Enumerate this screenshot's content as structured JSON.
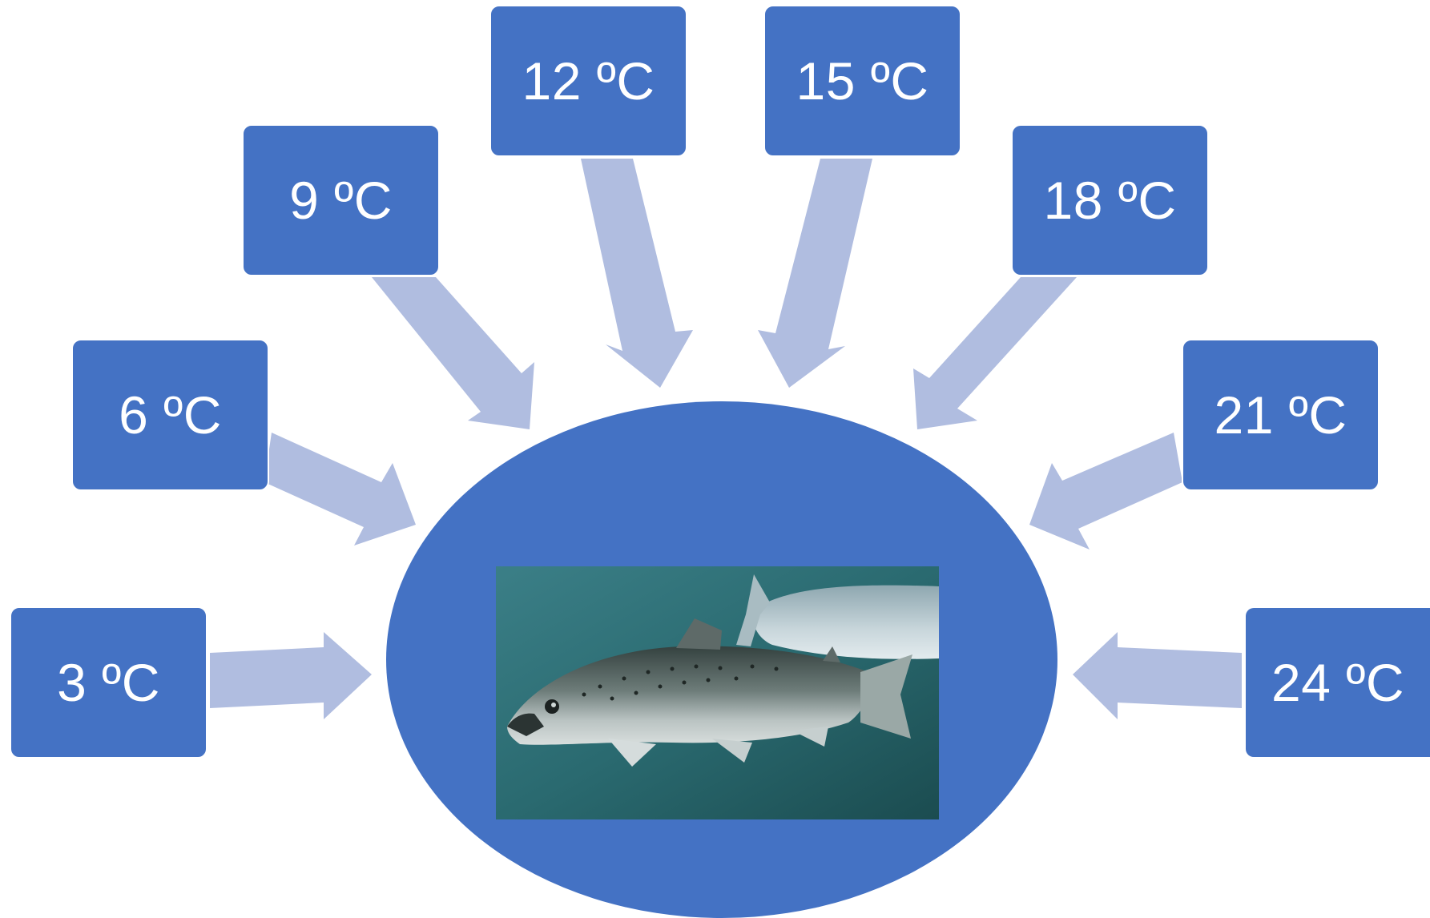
{
  "diagram": {
    "colors": {
      "box_fill": "#4472c4",
      "hub_fill": "#4472c4",
      "arrow_fill": "#b0bde0",
      "label_text": "#ffffff"
    },
    "center": {
      "image": "atlantic-salmon-photo"
    },
    "temperatures": [
      {
        "label": "3 ºC"
      },
      {
        "label": "6 ºC"
      },
      {
        "label": "9 ºC"
      },
      {
        "label": "12 ºC"
      },
      {
        "label": "15 ºC"
      },
      {
        "label": "18 ºC"
      },
      {
        "label": "21 ºC"
      },
      {
        "label": "24 ºC"
      }
    ]
  }
}
